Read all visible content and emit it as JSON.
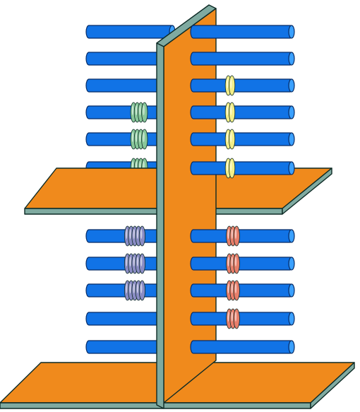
{
  "colors": {
    "background": "#ffffff",
    "board_face": "#f08a1c",
    "board_edge": "#7faaa0",
    "outline": "#0d2a25",
    "rod": "#1173e6",
    "rod_end": "#3aa0ff",
    "rod_outline": "#062b66"
  },
  "sections": [
    {
      "name": "upper-left",
      "rods": 6,
      "bead_color": "#88c79a",
      "bead_counts": [
        0,
        0,
        0,
        4,
        4,
        4
      ]
    },
    {
      "name": "upper-right",
      "rods": 6,
      "bead_color": "#f2ee88",
      "bead_counts": [
        0,
        0,
        2,
        2,
        2,
        2
      ]
    },
    {
      "name": "lower-left",
      "rods": 5,
      "bead_color": "#8a8cc4",
      "bead_counts": [
        5,
        5,
        5,
        0,
        0
      ]
    },
    {
      "name": "lower-right",
      "rods": 5,
      "bead_color": "#e77e6a",
      "bead_counts": [
        3,
        3,
        3,
        3,
        0
      ]
    }
  ]
}
